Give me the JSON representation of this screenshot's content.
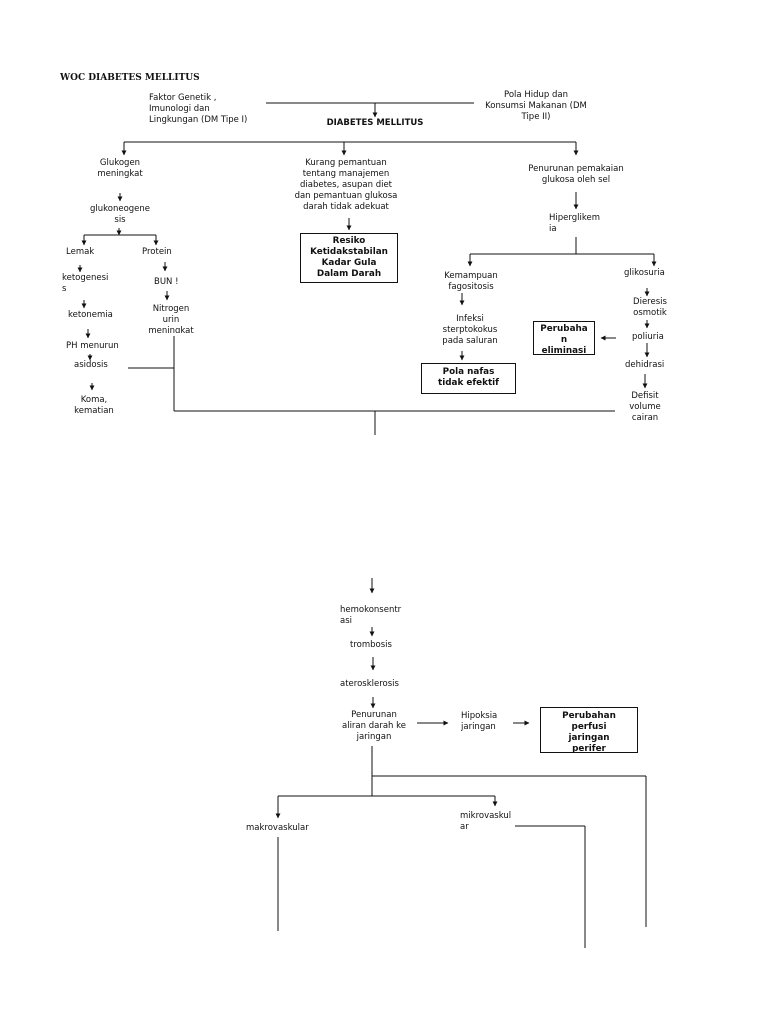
{
  "title": "WOC DIABETES MELLITUS",
  "nodes": {
    "faktor_genetik": "Faktor Genetik ,\nImunologi dan\nLingkungan (DM Tipe I)",
    "pola_hidup": "Pola Hidup dan\nKonsumsi Makanan (DM\nTipe II)",
    "diabetes_mellitus": "DIABETES MELLITUS",
    "glukogen": "Glukogen\nmeningkat",
    "glukoneogenesis": "glukoneogene\nsis",
    "lemak": "Lemak",
    "protein": "Protein",
    "ketogenesis": "ketogenesi\ns",
    "bun": "BUN !",
    "ketonemia": "ketonemia",
    "nitrogen": "Nitrogen\nurin\nmeningkat",
    "ph_menurun": "PH menurun",
    "asidosis": "asidosis",
    "koma": "Koma,\nkematian",
    "kurang_pemantauan": "Kurang pemantuan\ntentang manajemen\ndiabetes, asupan diet\ndan pemantuan glukosa\ndarah tidak adekuat",
    "resiko_box": "Resiko\nKetidakstabilan\nKadar Gula\nDalam Darah",
    "penurunan_pemakaian": "Penurunan pemakaian\nglukosa oleh sel",
    "hiperglikemia": "Hiperglikem\nia",
    "kemampuan_fagositosis": "Kemampuan\nfagositosis",
    "glikosuria": "glikosuria",
    "infeksi": "Infeksi\nsterptokokus\npada saluran",
    "dieresis": "Dieresis\nosmotik",
    "perubahan_eliminasi_box": "Perubaha\nn\neliminasi",
    "poliuria": "poliuria",
    "pola_nafas_box": "Pola nafas\ntidak efektif",
    "dehidrasi": "dehidrasi",
    "defisit_volume": "Defisit\nvolume\ncairan",
    "hemokonsentrasi": "hemokonsentr\nasi",
    "trombosis": "trombosis",
    "aterosklerosis": "aterosklerosis",
    "penurunan_aliran": "Penurunan\naliran darah ke\njaringan",
    "hipoksia": "Hipoksia\njaringan",
    "perfusi_box": "Perubahan\nperfusi\njaringan\nperifer",
    "makrovaskular": "makrovaskular",
    "mikrovaskular": "mikrovaskul\nar"
  }
}
